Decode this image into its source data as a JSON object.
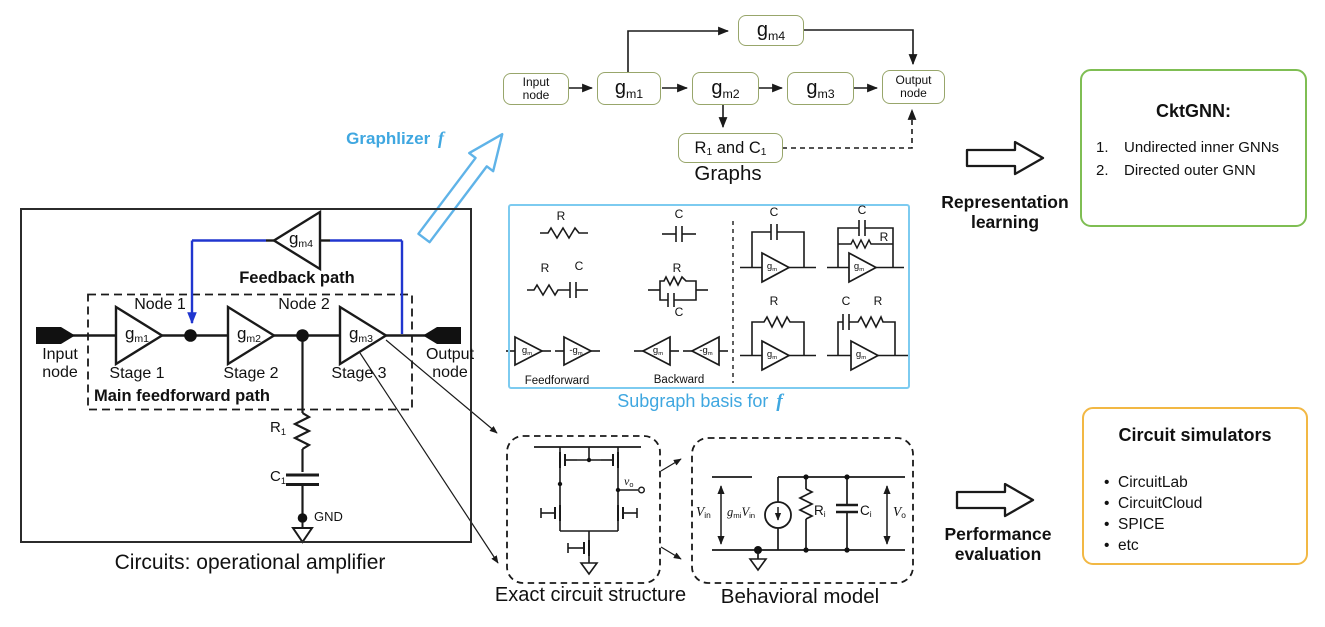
{
  "colors": {
    "graph_node_border": "#98A66B",
    "cktgnn_border": "#7FBE53",
    "subgraph_border": "#7DCBF0",
    "simulators_border": "#F2B844",
    "blue_text": "#3FA7E0",
    "feedback_wire": "#2036CF",
    "line_color": "#1a1a1a"
  },
  "opamp": {
    "caption": "Circuits: operational amplifier",
    "input_line1": "Input",
    "input_line2": "node",
    "output_line1": "Output",
    "output_line2": "node",
    "node1": "Node 1",
    "node2": "Node 2",
    "stage1": "Stage 1",
    "stage2": "Stage 2",
    "stage3": "Stage 3",
    "feedback_path": "Feedback path",
    "main_path": "Main feedforward path",
    "gm_base": "g",
    "gm1_sub": "m1",
    "gm2_sub": "m2",
    "gm3_sub": "m3",
    "gm4_sub": "m4",
    "r_base": "R",
    "r_sub": "1",
    "c_base": "C",
    "c_sub": "1",
    "gnd": "GND"
  },
  "graph": {
    "caption": "Graphs",
    "input_line1": "Input",
    "input_line2": "node",
    "output_line1": "Output",
    "output_line2": "node",
    "gm_base": "g",
    "gm1_sub": "m1",
    "gm2_sub": "m2",
    "gm3_sub": "m3",
    "gm4_sub": "m4",
    "rc_r": "R",
    "rc_r_sub": "1",
    "rc_mid": " and C",
    "rc_c_sub": "1"
  },
  "graphlizer": {
    "label": "Graphlizer",
    "f": "f"
  },
  "subgraph": {
    "caption": "Subgraph basis for",
    "f": "f",
    "r": "R",
    "c": "C",
    "gm_base": "g",
    "gm_sub": "m",
    "neg_gm_base": "-g",
    "feedforward": "Feedforward",
    "backward": "Backward"
  },
  "exact": {
    "caption": "Exact circuit structure",
    "vo_base": "v",
    "vo_sub": "o"
  },
  "behavioral": {
    "caption": "Behavioral model",
    "vin_base": "V",
    "vin_sub": "in",
    "gmi_base": "g",
    "gmi_sub": "mi",
    "gmiv_base": "V",
    "gmiv_sub": "in",
    "ri_base": "R",
    "ri_sub": "i",
    "ci_base": "C",
    "ci_sub": "i",
    "vo_base": "V",
    "vo_sub": "o"
  },
  "cktgnn": {
    "title": "CktGNN:",
    "items": [
      {
        "num": "1.",
        "text": "Undirected inner GNNs"
      },
      {
        "num": "2.",
        "text": "Directed outer GNN"
      }
    ]
  },
  "simulators": {
    "title": "Circuit simulators",
    "bullet": "•",
    "items": [
      "CircuitLab",
      "CircuitCloud",
      "SPICE",
      "etc"
    ]
  },
  "flow": {
    "representation": "Representation learning",
    "performance": "Performance evaluation"
  }
}
